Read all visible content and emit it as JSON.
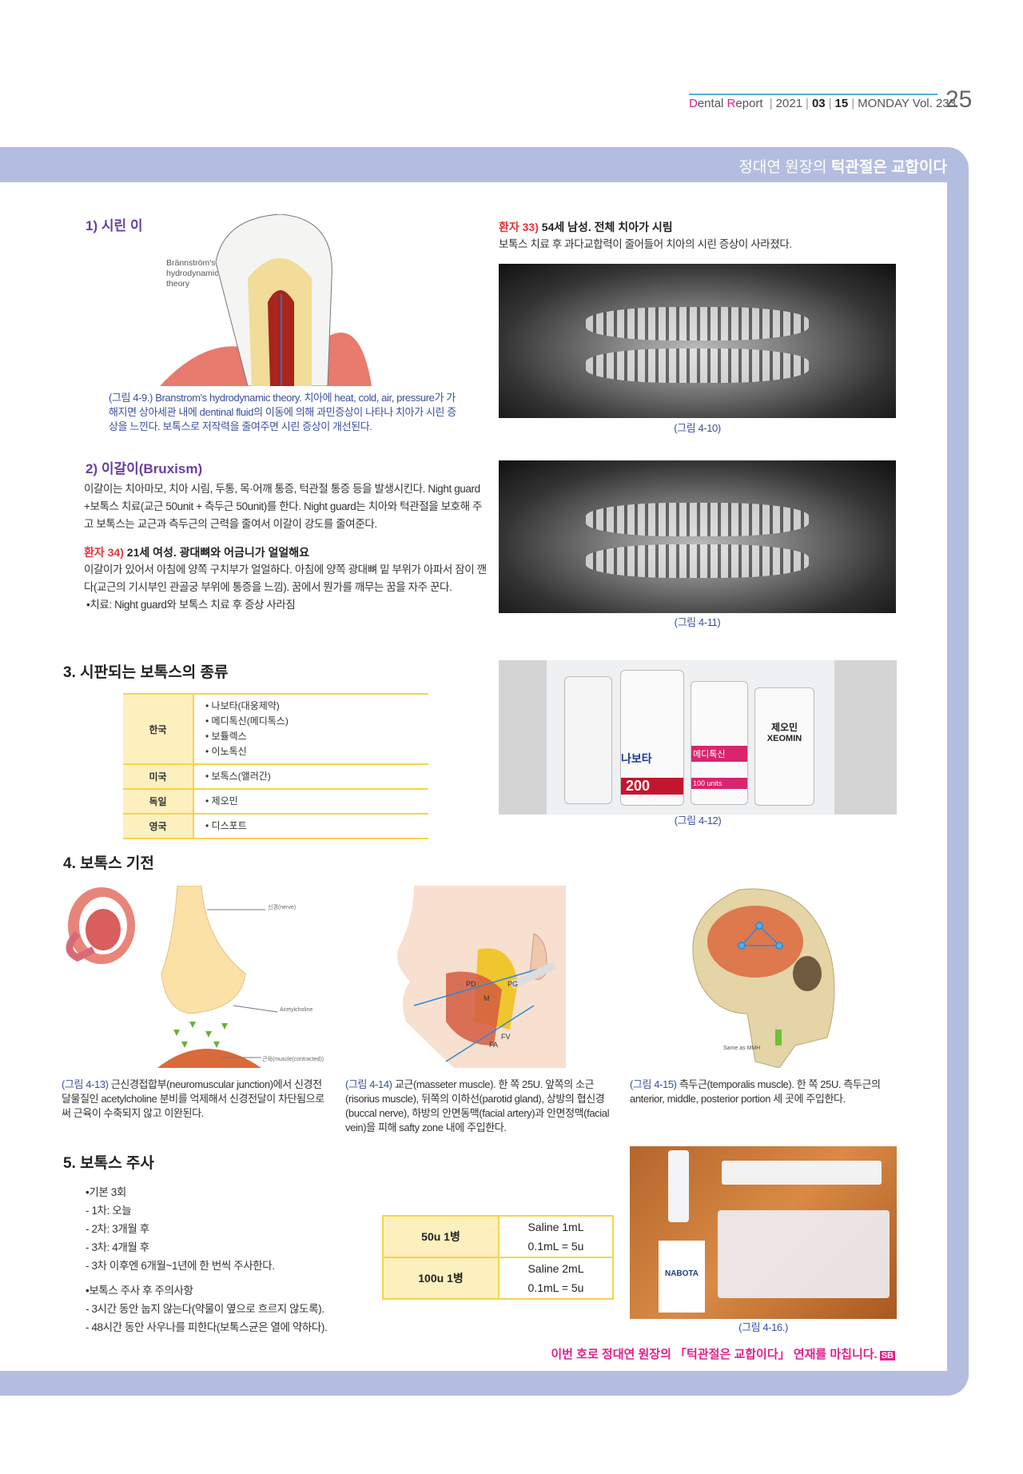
{
  "header": {
    "brand_d": "D",
    "brand_ental": "ental ",
    "brand_r": "R",
    "brand_eport": "eport",
    "year": "2021",
    "month": "03",
    "day": "15",
    "weekday": "MONDAY",
    "volume": "Vol. 233",
    "page_number": "25"
  },
  "band": {
    "series_prefix": "정대연 원장의",
    "series_title": "턱관절은 교합이다"
  },
  "sec1": {
    "title": "1) 시린 이",
    "figure_label": "Brännström's hydrodynamic theory",
    "caption_label": "(그림 4-9.)",
    "caption": " Branstrom's hydrodynamic theory. 치아에 heat, cold, air, pressure가 가해지면 상아세관 내에 dentinal fluid의 이동에 의해 과민증상이 나타나 치아가 시린 증상을 느낀다. 보톡스로 저작력을 줄여주면 시린 증상이 개선된다."
  },
  "sec2": {
    "title": "2) 이갈이(Bruxism)",
    "body": "이갈이는 치아마모, 치아 시림, 두통, 목·어깨 통증, 턱관절 통증 등을 발생시킨다. Night guard +보톡스 치료(교근 50unit + 측두근 50unit)를 한다. Night guard는 치아와 턱관절을 보호해 주고 보톡스는 교근과 측두근의 근력을 줄여서 이갈이 강도를 줄여준다.",
    "case_label": "환자 34)",
    "case_title": "21세 여성. 광대뼈와 어금니가 얼얼해요",
    "case_body": "이갈이가 있어서 아침에 양쪽 구치부가 얼얼하다. 아침에 양쪽 광대뼈 밑 부위가 아파서 잠이 깬다(교근의 기시부인 관골궁 부위에 통증을 느낌). 꿈에서 뭔가를 깨무는 꿈을 자주 꾼다.",
    "case_treatment": "•치료: Night guard와 보톡스 치료 후 증상 사라짐"
  },
  "case33": {
    "label": "환자 33)",
    "title": "54세 남성. 전체 치아가 시림",
    "body": "보톡스 치료 후 과다교합력이 줄어들어 치아의 시린 증상이 사라졌다.",
    "fig10": "(그림 4-10)",
    "fig11": "(그림 4-11)"
  },
  "sec3": {
    "title": "3. 시판되는 보톡스의 종류",
    "rows": [
      {
        "country": "한국",
        "items": [
          "• 나보타(대웅제약)",
          "• 메디톡신(메디톡스)",
          "• 보튤렉스",
          "• 이노톡신"
        ]
      },
      {
        "country": "미국",
        "items": [
          "• 보톡스(앨러간)"
        ]
      },
      {
        "country": "독일",
        "items": [
          "• 제오민"
        ]
      },
      {
        "country": "영국",
        "items": [
          "• 디스포트"
        ]
      }
    ],
    "fig12": "(그림 4-12)",
    "bottle_labels": [
      "나보타",
      "메디톡신",
      "제오민",
      "XEOMIN",
      "200",
      "100 units"
    ]
  },
  "sec4": {
    "title": "4. 보톡스 기전",
    "nerve_label": "신경(nerve)",
    "ach_label": "Acetylcholine",
    "muscle_label": "근육(muscle(contracted))",
    "face_labels": [
      "PD",
      "PG",
      "M",
      "FA",
      "FV"
    ],
    "skull_label": "Same as MMH",
    "cap13_label": "(그림 4-13)",
    "cap13": " 근신경접합부(neuromuscular junction)에서 신경전달물질인 acetylcholine 분비를 억제해서 신경전달이 차단됨으로써 근육이 수축되지 않고 이완된다.",
    "cap14_label": "(그림 4-14)",
    "cap14": " 교근(masseter muscle). 한 쪽 25U. 앞쪽의 소근(risorius muscle), 뒤쪽의 이하선(parotid gland), 상방의 협신경(buccal nerve), 하방의 안면동맥(facial artery)과 안면정맥(facial vein)을 피해 safty zone 내에 주입한다.",
    "cap15_label": "(그림 4-15)",
    "cap15": " 측두근(temporalis muscle). 한 쪽 25U. 측두근의 anterior, middle, posterior portion 세 곳에 주입한다."
  },
  "sec5": {
    "title": "5. 보톡스 주사",
    "schedule": [
      "•기본 3회",
      "- 1차: 오늘",
      "- 2차: 3개월 후",
      "- 3차: 4개월 후",
      "- 3차 이후엔 6개월~1년에 한 번씩 주사한다."
    ],
    "cautions": [
      "•보톡스 주사 후 주의사항",
      "- 3시간 동안 눕지 않는다(약물이 옆으로 흐르지 않도록).",
      "- 48시간 동안 사우나를 피한다(보톡스균은 열에 약하다)."
    ],
    "dose_table": [
      {
        "vial": "50u 1병",
        "saline": "Saline 1mL",
        "ratio": "0.1mL = 5u"
      },
      {
        "vial": "100u 1병",
        "saline": "Saline 2mL",
        "ratio": "0.1mL = 5u"
      }
    ],
    "fig16": "(그림 4-16.)",
    "photo_label": "NABOTA"
  },
  "closing": {
    "text": "이번 호로 정대연 원장의 「턱관절은 교합이다」 연재를 마칩니다.",
    "badge": "SB"
  }
}
